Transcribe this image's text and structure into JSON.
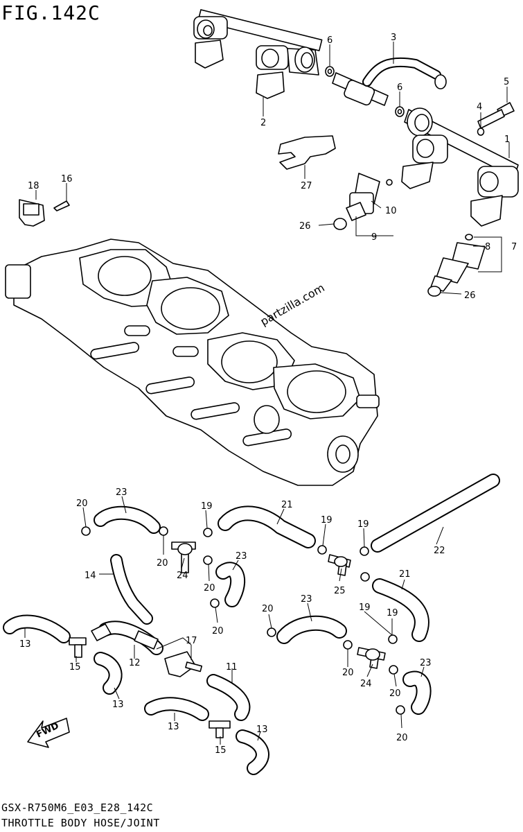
{
  "figure_title": "FIG.142C",
  "footer": {
    "code": "GSX-R750M6_E03_E28_142C",
    "name": "THROTTLE BODY HOSE/JOINT"
  },
  "watermark": "partzilla.com",
  "fwd_label": "FWD",
  "callouts": {
    "c1": "1",
    "c2": "2",
    "c3": "3",
    "c4": "4",
    "c5": "5",
    "c6a": "6",
    "c6b": "6",
    "c7": "7",
    "c8": "8",
    "c9": "9",
    "c10": "10",
    "c11": "11",
    "c12": "12",
    "c13a": "13",
    "c13b": "13",
    "c13c": "13",
    "c13d": "13",
    "c14": "14",
    "c15a": "15",
    "c15b": "15",
    "c16": "16",
    "c17": "17",
    "c18": "18",
    "c19a": "19",
    "c19b": "19",
    "c19c": "19",
    "c19d": "19",
    "c19e": "19",
    "c20a": "20",
    "c20b": "20",
    "c20c": "20",
    "c20d": "20",
    "c20e": "20",
    "c20f": "20",
    "c20g": "20",
    "c20h": "20",
    "c21a": "21",
    "c21b": "21",
    "c22": "22",
    "c23a": "23",
    "c23b": "23",
    "c23c": "23",
    "c23d": "23",
    "c24a": "24",
    "c24b": "24",
    "c25": "25",
    "c26a": "26",
    "c26b": "26",
    "c27": "27"
  }
}
